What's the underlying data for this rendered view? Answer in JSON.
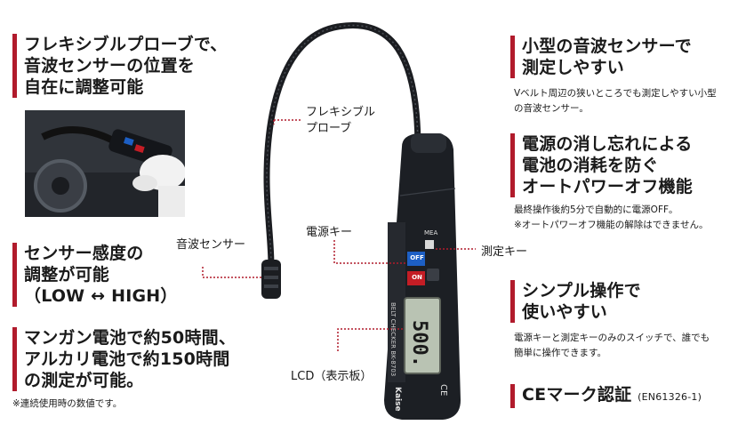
{
  "left": {
    "flex_heading": [
      "フレキシブルプローブで、",
      "音波センサーの位置を",
      "自在に調整可能"
    ],
    "sens_heading": [
      "センサー感度の",
      "調整が可能",
      "（LOW ↔ HIGH）"
    ],
    "battery_heading": [
      "マンガン電池で約50時間、",
      "アルカリ電池で約150時間",
      "の測定が可能。"
    ],
    "battery_note": "※連続使用時の数値です。"
  },
  "right": {
    "small_heading": [
      "小型の音波センサーで",
      "測定しやすい"
    ],
    "small_sub": [
      "Vベルト周辺の狭いところでも測定しやすい小型",
      "の音波センサー。"
    ],
    "power_heading": [
      "電源の消し忘れによる",
      "電池の消耗を防ぐ",
      "オートパワーオフ機能"
    ],
    "power_sub": [
      "最終操作後約5分で自動的に電源OFF。",
      "※オートパワーオフ機能の解除はできません。"
    ],
    "simple_heading": [
      "シンプル操作で",
      "使いやすい"
    ],
    "simple_sub": [
      "電源キーと測定キーのみのスイッチで、誰でも",
      "簡単に操作できます。"
    ],
    "ce_heading": "CEマーク認証",
    "ce_sub": "(EN61326-1)"
  },
  "callouts": {
    "flex_probe": [
      "フレキシブル",
      "プローブ"
    ],
    "sensor": "音波センサー",
    "power_key": "電源キー",
    "measure_key": "測定キー",
    "lcd": "LCD（表示板）"
  },
  "device": {
    "mea_label": "MEA",
    "off_label": "OFF",
    "on_label": "ON",
    "model_text": "BELT CHECKER BK-8703",
    "reading": "500.",
    "brand": "Kaise",
    "ce_mark": "CE"
  },
  "colors": {
    "accent": "#b11b2c",
    "device_body": "#1c1f24",
    "off_button": "#1d5fc4",
    "on_button": "#c41d25",
    "lcd": "#b9c3b3"
  }
}
